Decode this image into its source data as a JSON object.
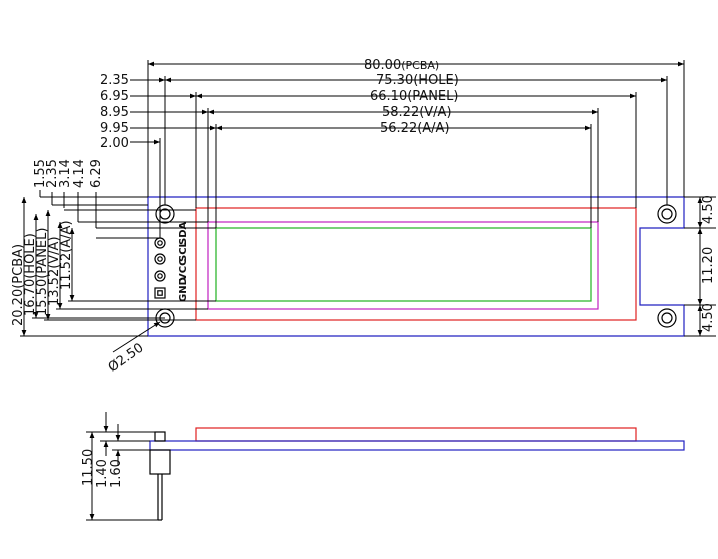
{
  "top_dimensions": [
    {
      "label": "80.00",
      "suffix": "(PCBA)"
    },
    {
      "label": "75.30(HOLE)"
    },
    {
      "label": "66.10(PANEL)"
    },
    {
      "label": "58.22(V/A)"
    },
    {
      "label": "56.22(A/A)"
    }
  ],
  "left_offsets": [
    "2.35",
    "6.95",
    "8.95",
    "9.95",
    "2.00"
  ],
  "vertical_offsets": [
    "1.55",
    "2.35",
    "3.14",
    "4.14",
    "6.29"
  ],
  "height_dimensions": [
    "20.20(PCBA)",
    "16.70(HOLE)",
    "15.50(PANEL)",
    "13.52(V/A)",
    "11.52(A/A)"
  ],
  "right_dimensions": [
    "4.50",
    "11.20",
    "4.50"
  ],
  "hole_diameter": "Ø2.50",
  "pin_labels": [
    "GND",
    "VCC",
    "SCL",
    "SDA"
  ],
  "side_dimensions": [
    "11.50",
    "1.40",
    "1.60"
  ],
  "colors": {
    "pcba": "#2020c0",
    "panel": "#e02020",
    "viewing_area": "#c020c0",
    "active_area": "#20b020",
    "dimension": "#000000"
  }
}
